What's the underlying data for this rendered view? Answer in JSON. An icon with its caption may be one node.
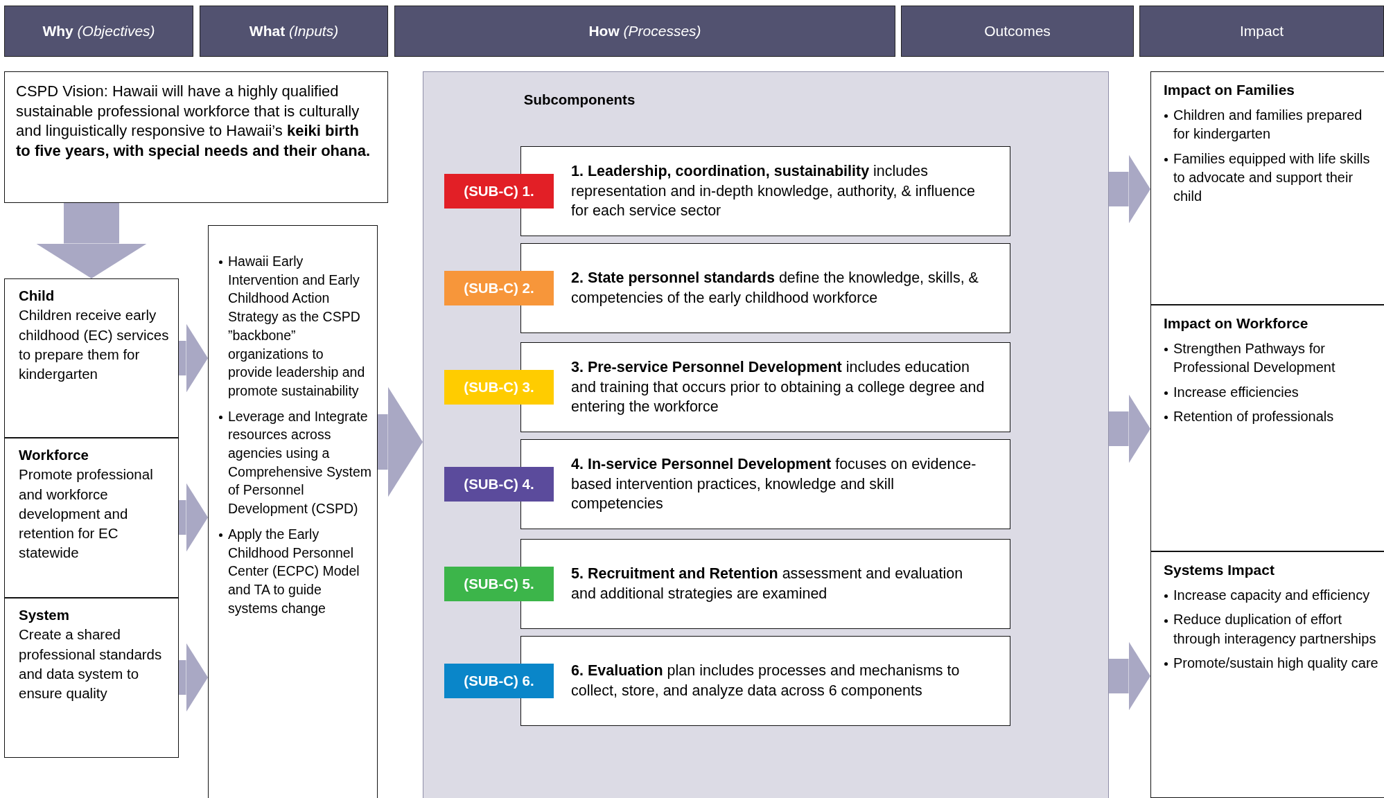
{
  "diagram": {
    "nodes": [
      {
        "text": [
          "**Why** *(Objectives)*"
        ]
      },
      {
        "text": [
          "**What** *(Inputs)*"
        ]
      },
      {
        "text": [
          "**How** *(Processes)*"
        ]
      },
      {
        "text": [
          "Outcomes"
        ]
      },
      {
        "text": [
          "Impact"
        ]
      },
      {
        "text": [
          "CSPD Vision: Hawaii will have a highly qualified sustainable professional workforce that is culturally and linguistically responsive to Hawaii’s **keiki birth to five years, with special needs and their ohana.**"
        ]
      },
      {
        "text": [
          "Child",
          "Children receive early childhood (EC) services to prepare them for kindergarten"
        ]
      },
      {
        "text": [
          "Workforce",
          "Promote professional and workforce development and retention for EC statewide"
        ]
      },
      {
        "text": [
          "System",
          "Create a shared professional standards and data system to ensure quality"
        ]
      },
      {
        "text": [
          "Hawaii Early Intervention and Early Childhood Action Strategy as the CSPD ”backbone” organizations to provide leadership and promote sustainability",
          "Leverage and Integrate resources across agencies using a Comprehensive System of Personnel Development (CSPD)",
          "Apply the Early Childhood Personnel Center (ECPC) Model and TA to guide systems change"
        ]
      },
      {
        "text": [
          "Subcomponents"
        ]
      },
      {
        "text": [
          "(SUB-C) 1."
        ],
        "in": 10
      },
      {
        "text": [
          "**1. Leadership, coordination, sustainability** includes representation and in-depth knowledge, authority, & influence for each service sector"
        ],
        "in": 10
      },
      {
        "text": [
          "(SUB-C) 2."
        ],
        "in": 10
      },
      {
        "text": [
          "**2. State personnel standards** define the knowledge, skills, & competencies of the early childhood workforce"
        ],
        "in": 10
      },
      {
        "text": [
          "(SUB-C) 3."
        ],
        "in": 10
      },
      {
        "text": [
          "**3. Pre-service Personnel Development** includes education and training that occurs prior to obtaining a college degree and entering the workforce"
        ],
        "in": 10
      },
      {
        "text": [
          "(SUB-C) 4."
        ],
        "in": 10
      },
      {
        "text": [
          "**4. In-service Personnel Development** focuses on evidence-based intervention practices, knowledge and skill competencies"
        ],
        "in": 10
      },
      {
        "text": [
          "(SUB-C) 5."
        ],
        "in": 10
      },
      {
        "text": [
          "**5. Recruitment and Retention** assessment and evaluation and additional strategies are examined"
        ],
        "in": 10
      },
      {
        "text": [
          "(SUB-C) 6."
        ],
        "in": 10
      },
      {
        "text": [
          "**6. Evaluation** plan includes processes and mechanisms to collect, store, and analyze data across 6 components"
        ],
        "in": 10
      },
      {
        "text": [
          "Impact on Families",
          "Children and families prepared for kindergarten",
          "Families equipped with life skills to advocate and support their child"
        ]
      },
      {
        "text": [
          "Impact on Workforce",
          "Strengthen Pathways for Professional Development",
          "Increase efficiencies",
          "Retention of professionals"
        ]
      },
      {
        "text": [
          "Systems Impact",
          "Increase capacity and efficiency",
          "Reduce duplication of effort through interagency partnerships",
          "Promote/sustain high quality care"
        ]
      }
    ],
    "edges": [
      {
        "from": 5,
        "to": 6,
        "arrow": "to"
      },
      {
        "from": 6,
        "to": 9,
        "arrow": "to"
      },
      {
        "from": 7,
        "to": 9,
        "arrow": "to"
      },
      {
        "from": 8,
        "to": 9,
        "arrow": "to"
      },
      {
        "from": 9,
        "to": 10,
        "arrow": "to"
      },
      {
        "from": 10,
        "to": 23,
        "arrow": "to"
      },
      {
        "from": 10,
        "to": 24,
        "arrow": "to"
      },
      {
        "from": 10,
        "to": 25,
        "arrow": "to"
      }
    ]
  }
}
